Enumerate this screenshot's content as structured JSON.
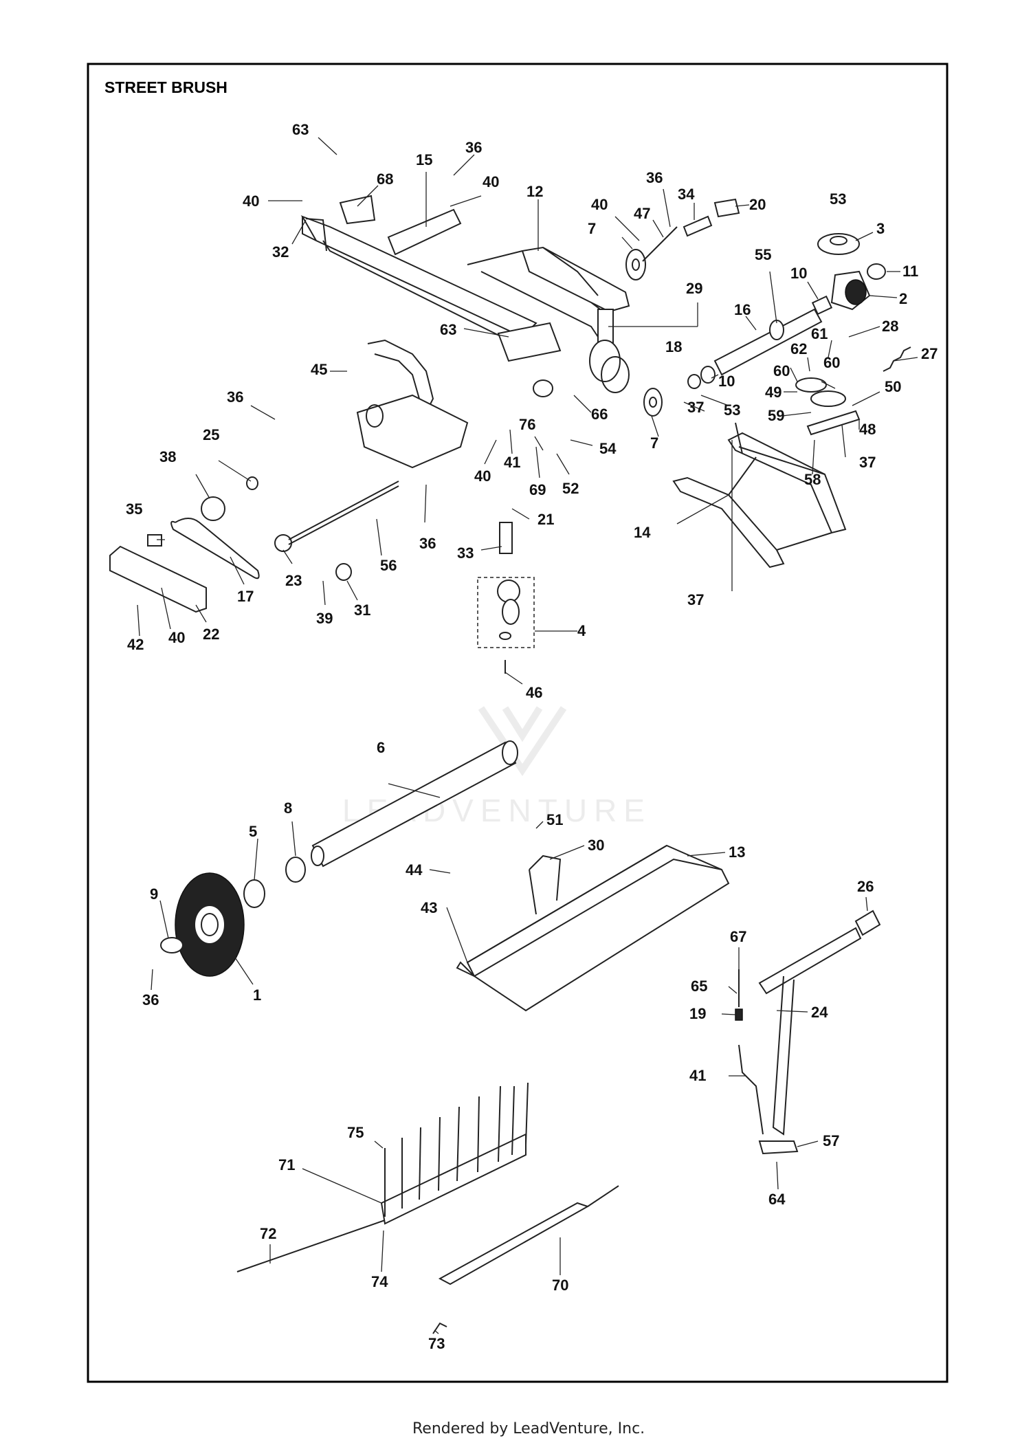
{
  "diagram": {
    "title": "STREET BRUSH",
    "footer": "Rendered by LeadVenture, Inc.",
    "watermark": "LEADVENTURE",
    "callouts": [
      "63",
      "36",
      "15",
      "40",
      "68",
      "40",
      "32",
      "12",
      "36",
      "40",
      "47",
      "34",
      "20",
      "53",
      "3",
      "7",
      "11",
      "55",
      "10",
      "2",
      "29",
      "16",
      "28",
      "63",
      "61",
      "27",
      "62",
      "18",
      "60",
      "45",
      "10",
      "60",
      "50",
      "49",
      "36",
      "66",
      "37",
      "53",
      "48",
      "59",
      "76",
      "7",
      "37",
      "41",
      "54",
      "58",
      "25",
      "40",
      "38",
      "69",
      "52",
      "21",
      "35",
      "14",
      "36",
      "33",
      "56",
      "23",
      "17",
      "37",
      "4",
      "31",
      "39",
      "22",
      "40",
      "42",
      "46",
      "6",
      "51",
      "8",
      "30",
      "13",
      "5",
      "44",
      "43",
      "26",
      "9",
      "67",
      "65",
      "1",
      "24",
      "19",
      "36",
      "41",
      "75",
      "57",
      "71",
      "64",
      "72",
      "70",
      "74",
      "73"
    ]
  }
}
